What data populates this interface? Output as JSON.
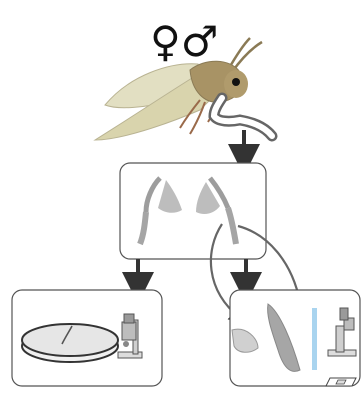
{
  "diagram": {
    "sex_symbols": "♀♂",
    "nodes": [
      {
        "id": "moth",
        "icon": "moth-icon"
      },
      {
        "id": "legs",
        "icon": "dissected-legs-icon"
      },
      {
        "id": "stereo",
        "icon": "petri-dish-and-stereo-microscope-icon"
      },
      {
        "id": "micro",
        "icon": "slide-and-compound-microscope-icon"
      }
    ],
    "edges": [
      {
        "from": "moth",
        "to": "legs"
      },
      {
        "from": "legs",
        "to": "stereo"
      },
      {
        "from": "legs",
        "to": "micro"
      },
      {
        "from": "legs",
        "to": "micro",
        "style": "curved"
      },
      {
        "from": "legs",
        "to": "micro",
        "style": "curved"
      }
    ],
    "colors": {
      "moth_wing": "#ddd9b4",
      "moth_body": "#a89365",
      "dissected_part": "#bdbdbd",
      "slide_blue": "#a9d4ef",
      "arrow": "#333333",
      "box_border": "#555555"
    }
  }
}
